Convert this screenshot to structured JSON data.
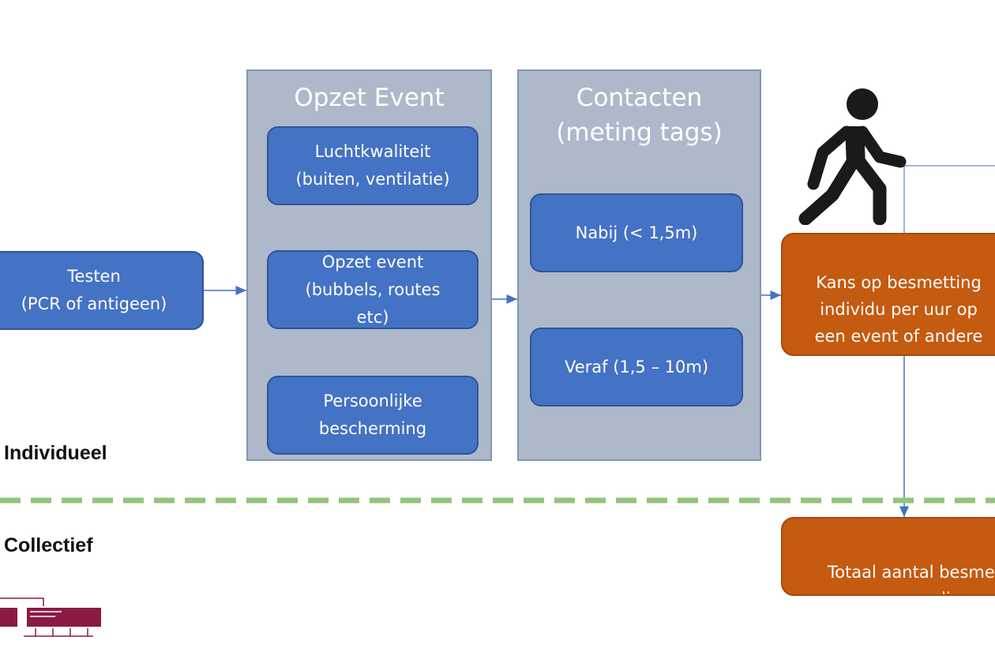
{
  "diagram": {
    "testing_box": "Testen\n(PCR of antigeen)",
    "event_panel": {
      "title": "Opzet Event",
      "items": [
        "Luchtkwaliteit\n(buiten, ventilatie)",
        "Opzet event\n(bubbels, routes\netc)",
        "Persoonlijke\nbescherming"
      ]
    },
    "contacts_panel": {
      "title": "Contacten\n(meting tags)",
      "items": [
        "Nabij (< 1,5m)",
        "Veraf (1,5 – 10m)"
      ]
    },
    "risk_box": "Kans op besmetting\nindividu per uur op\neen event of andere\n(BCO) setting",
    "total_box": "Totaal aantal besmet\nen overli",
    "labels": {
      "individual": "Individueel",
      "collective": "Collectief"
    },
    "colors": {
      "blue_box": "#4472c4",
      "panel": "#adb9ca",
      "orange_box": "#c55a11",
      "divider": "#92c47a",
      "logo": "#8b1a45"
    },
    "icons": {
      "person": "walking-person-icon",
      "logo": "logo-graphic"
    }
  }
}
